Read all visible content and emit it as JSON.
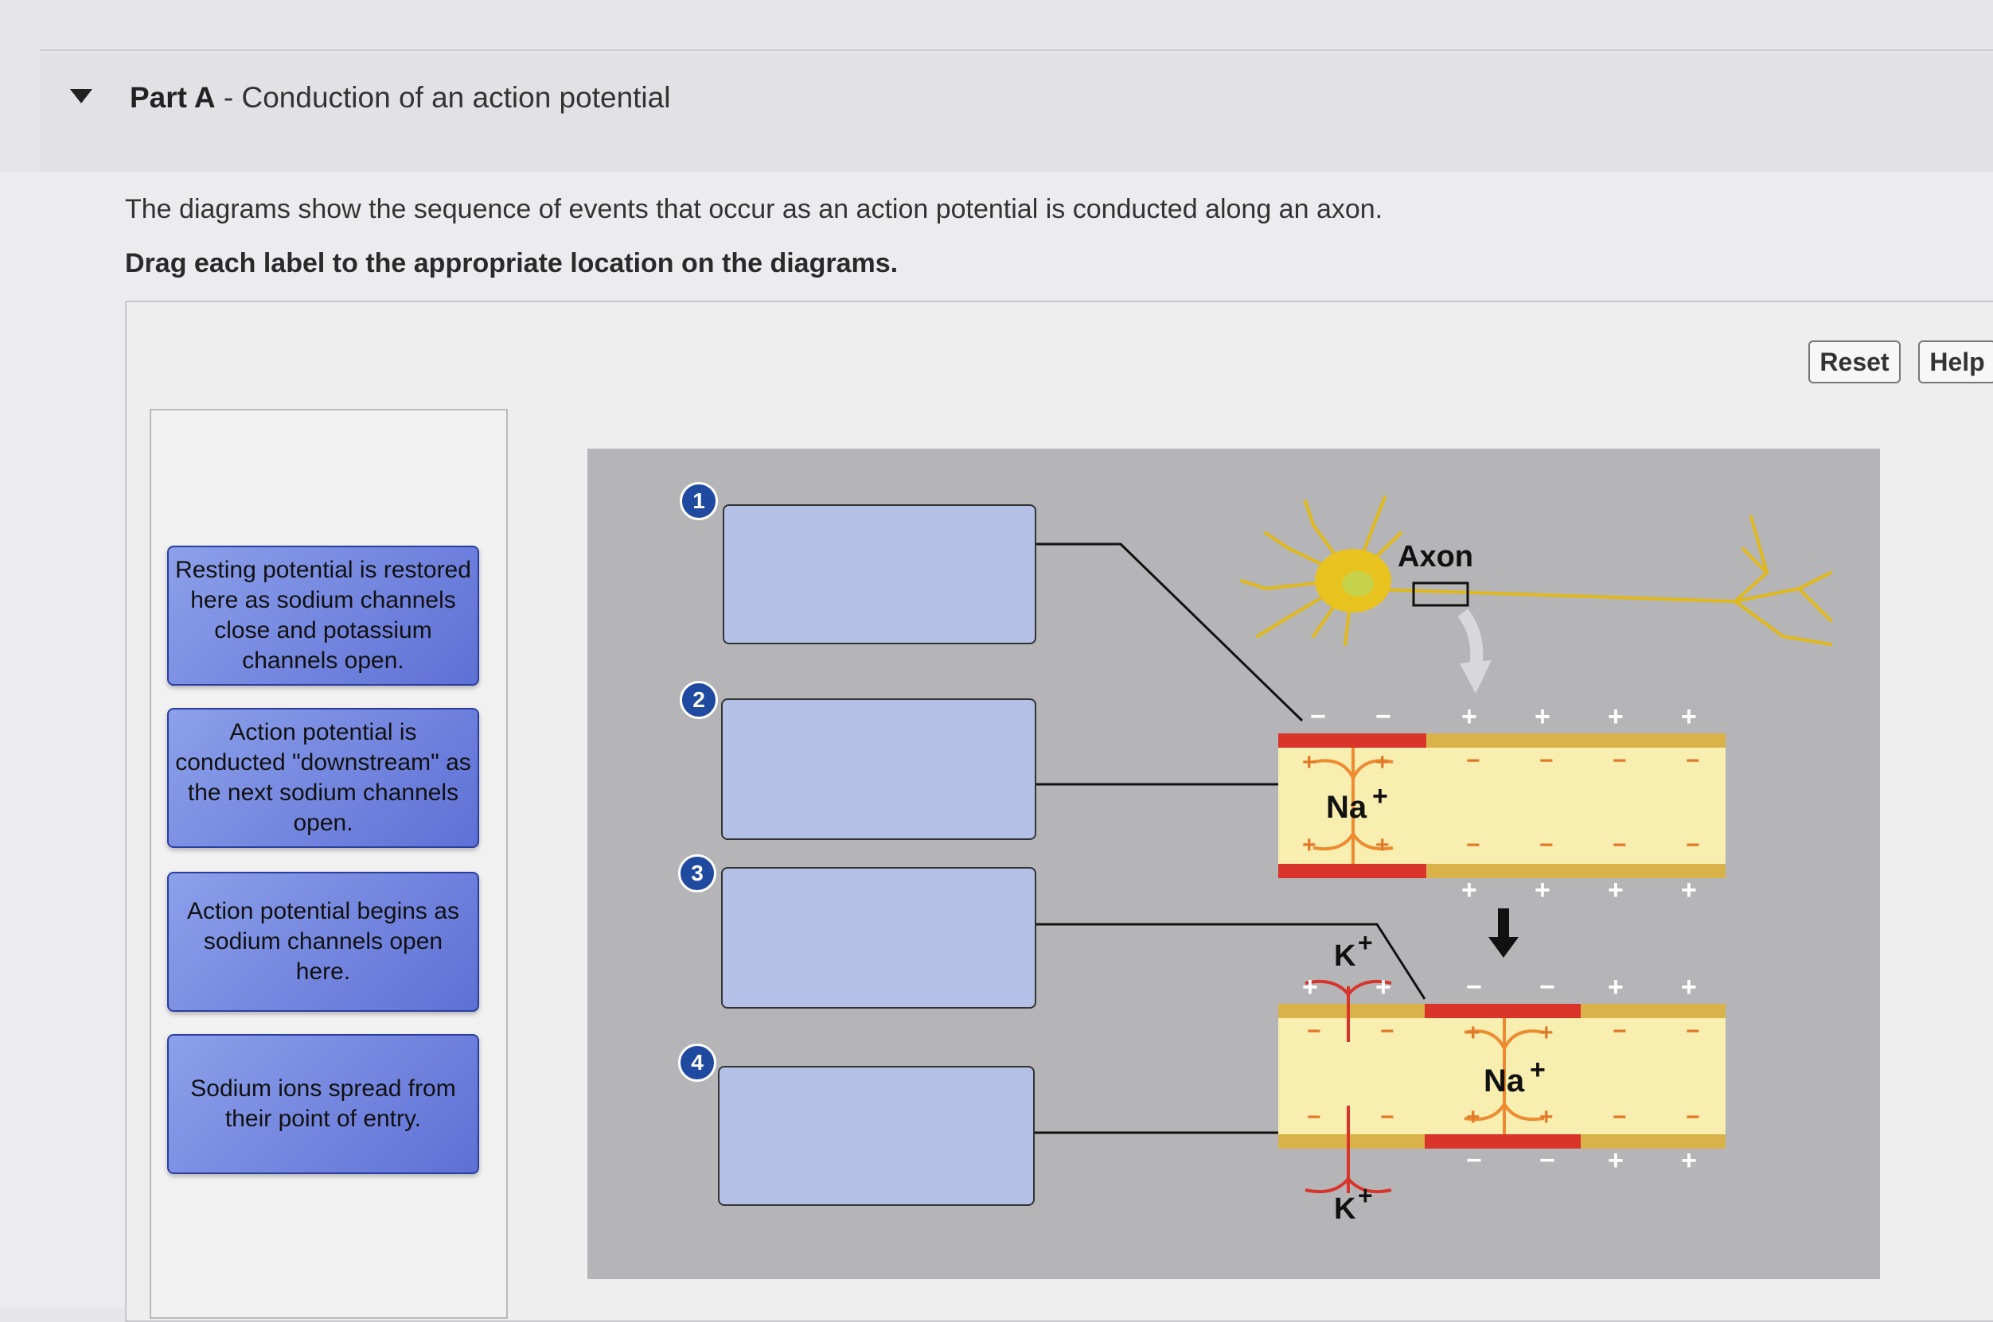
{
  "part": {
    "label": "Part A",
    "separator": " - ",
    "title": "Conduction of an action potential"
  },
  "intro_text": "The diagrams show the sequence of events that occur as an action potential is conducted along an axon.",
  "instruction_text": "Drag each label to the appropriate location on the diagrams.",
  "buttons": {
    "reset": "Reset",
    "help": "Help"
  },
  "labels": [
    "Resting potential is restored here as sodium channels close and potassium channels open.",
    "Action potential is conducted \"downstream\" as the next sodium channels open.",
    "Action potential begins as sodium channels open here.",
    "Sodium ions spread from their point of entry."
  ],
  "targets": [
    "1",
    "2",
    "3",
    "4"
  ],
  "diagram": {
    "axon_label": "Axon",
    "na_ion": "Na",
    "k_ion": "K",
    "plus": "+",
    "minus": "−",
    "colors": {
      "membrane_fill": "#f8eeb0",
      "membrane_stripe": "#d9b24a",
      "depolarized": "#d8342a",
      "neuron": "#e8c21e",
      "drop_box": "#b4c0e6",
      "label_fill": "#6f80dd",
      "badge": "#1f4aa0"
    }
  }
}
